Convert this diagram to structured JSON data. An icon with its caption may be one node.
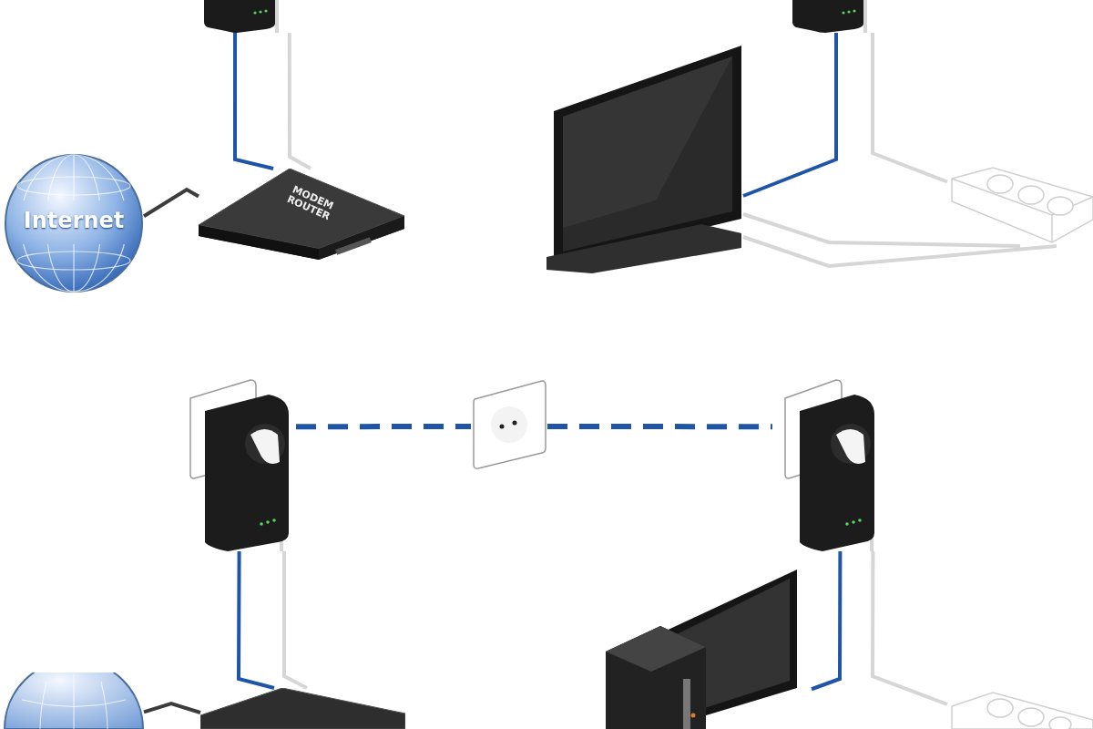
{
  "diagram": {
    "nodes": [
      {
        "text": [],
        "shape": "picture"
      },
      {
        "text": [],
        "shape": "picture"
      },
      {
        "text": [
          "Internet"
        ]
      },
      {
        "text": [
          "MODEM ROUTER"
        ]
      },
      {
        "text": [],
        "shape": "picture"
      },
      {
        "text": [],
        "shape": "picture"
      },
      {
        "text": [],
        "shape": "picture"
      },
      {
        "text": [],
        "shape": "picture"
      },
      {
        "text": [],
        "shape": "picture"
      },
      {
        "text": [],
        "shape": "circle"
      },
      {
        "text": [],
        "shape": "picture"
      },
      {
        "text": [],
        "shape": "picture"
      },
      {
        "text": [],
        "shape": "picture"
      }
    ],
    "edges": [
      {
        "from": 0,
        "to": 3,
        "arrow": "none",
        "color": "#1f55a6"
      },
      {
        "from": 0,
        "to": 3,
        "arrow": "none",
        "color": "#d6d6d6"
      },
      {
        "from": 2,
        "to": 3,
        "arrow": "none",
        "color": "#3c3c3c"
      },
      {
        "from": 1,
        "to": 4,
        "arrow": "none",
        "color": "#1f55a6"
      },
      {
        "from": 1,
        "to": 5,
        "arrow": "none",
        "color": "#d6d6d6"
      },
      {
        "from": 4,
        "to": 5,
        "arrow": "none",
        "color": "#d6d6d6"
      },
      {
        "from": 4,
        "to": 5,
        "arrow": "none",
        "color": "#d6d6d6"
      },
      {
        "from": 6,
        "to": 7,
        "arrow": "none",
        "style": "dashed",
        "color": "#1f55a6"
      },
      {
        "from": 7,
        "to": 8,
        "arrow": "none",
        "style": "dashed",
        "color": "#1f55a6"
      },
      {
        "from": 6,
        "to": 10,
        "arrow": "none",
        "color": "#1f55a6"
      },
      {
        "from": 6,
        "to": 10,
        "arrow": "none",
        "color": "#d6d6d6"
      },
      {
        "from": 9,
        "to": 10,
        "arrow": "none",
        "color": "#3c3c3c"
      },
      {
        "from": 8,
        "to": 11,
        "arrow": "none",
        "color": "#1f55a6"
      },
      {
        "from": 8,
        "to": 12,
        "arrow": "none",
        "color": "#d6d6d6"
      }
    ]
  }
}
